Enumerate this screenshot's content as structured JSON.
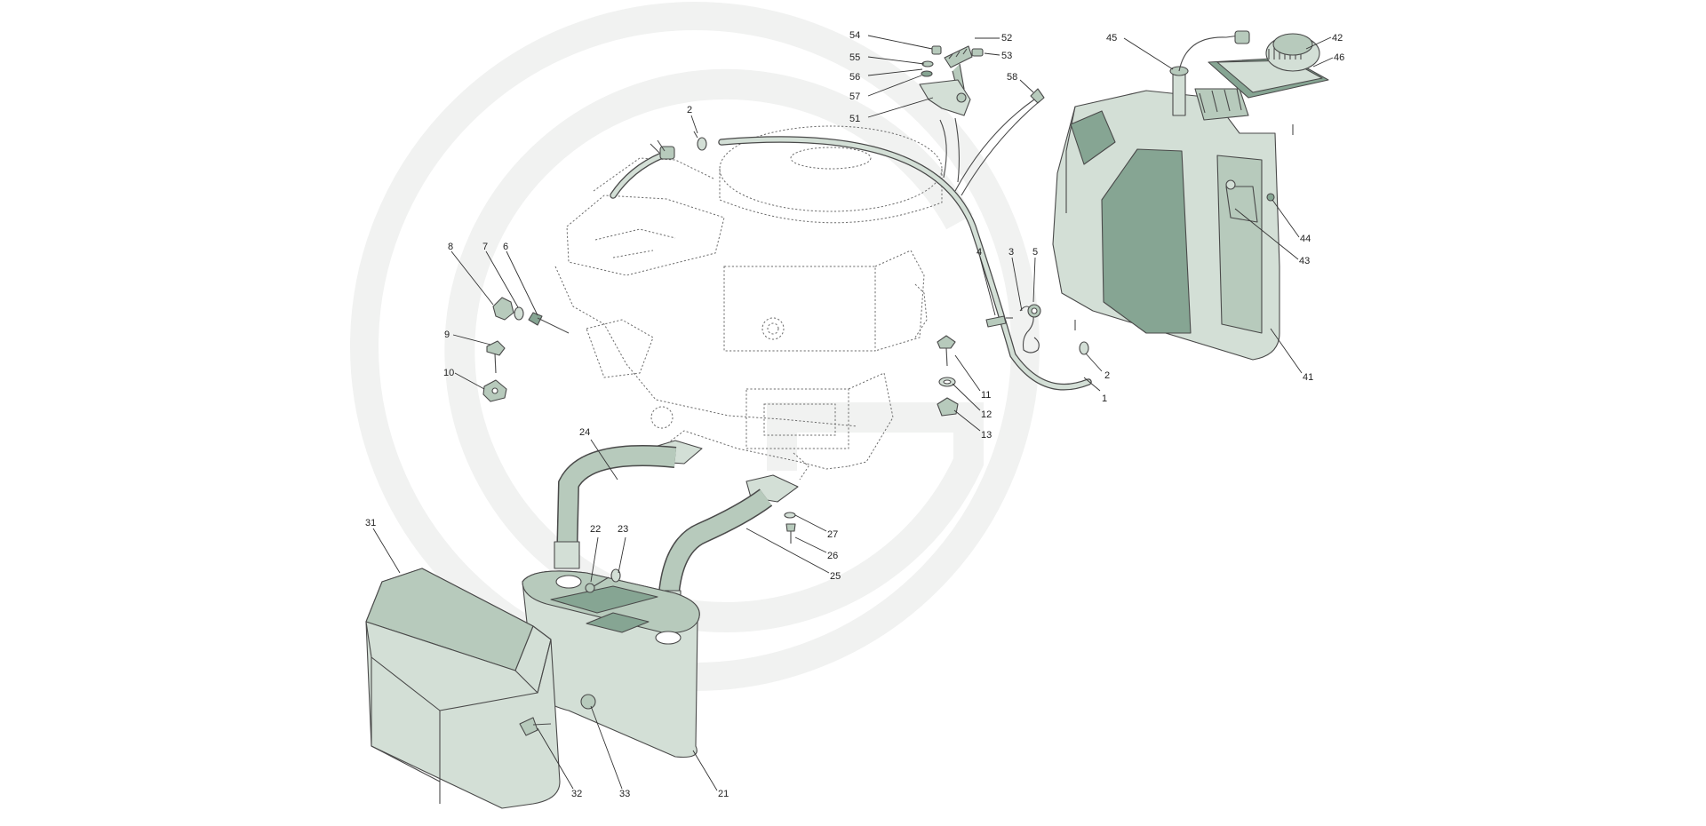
{
  "colors": {
    "part_light": "#d3dfd6",
    "part_mid": "#b7cabc",
    "part_dark": "#86a593",
    "outline": "#4a4a4a",
    "watermark": "#f1f2f1"
  },
  "diagram": {
    "callouts": [
      {
        "id": "1",
        "label": "1"
      },
      {
        "id": "2a",
        "label": "2"
      },
      {
        "id": "2b",
        "label": "2"
      },
      {
        "id": "3",
        "label": "3"
      },
      {
        "id": "4",
        "label": "4"
      },
      {
        "id": "5",
        "label": "5"
      },
      {
        "id": "6",
        "label": "6"
      },
      {
        "id": "7",
        "label": "7"
      },
      {
        "id": "8",
        "label": "8"
      },
      {
        "id": "9",
        "label": "9"
      },
      {
        "id": "10",
        "label": "10"
      },
      {
        "id": "11",
        "label": "11"
      },
      {
        "id": "12",
        "label": "12"
      },
      {
        "id": "13",
        "label": "13"
      },
      {
        "id": "21",
        "label": "21"
      },
      {
        "id": "22",
        "label": "22"
      },
      {
        "id": "23",
        "label": "23"
      },
      {
        "id": "24",
        "label": "24"
      },
      {
        "id": "25",
        "label": "25"
      },
      {
        "id": "26",
        "label": "26"
      },
      {
        "id": "27",
        "label": "27"
      },
      {
        "id": "31",
        "label": "31"
      },
      {
        "id": "32",
        "label": "32"
      },
      {
        "id": "33",
        "label": "33"
      },
      {
        "id": "41",
        "label": "41"
      },
      {
        "id": "42",
        "label": "42"
      },
      {
        "id": "43",
        "label": "43"
      },
      {
        "id": "44",
        "label": "44"
      },
      {
        "id": "45",
        "label": "45"
      },
      {
        "id": "46",
        "label": "46"
      },
      {
        "id": "51",
        "label": "51"
      },
      {
        "id": "52",
        "label": "52"
      },
      {
        "id": "53",
        "label": "53"
      },
      {
        "id": "54",
        "label": "54"
      },
      {
        "id": "55",
        "label": "55"
      },
      {
        "id": "56",
        "label": "56"
      },
      {
        "id": "57",
        "label": "57"
      },
      {
        "id": "58",
        "label": "58"
      }
    ]
  }
}
